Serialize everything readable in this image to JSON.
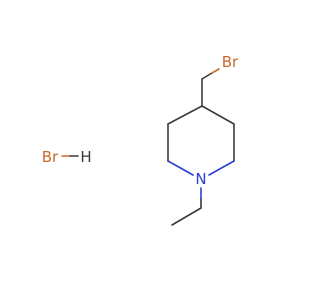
{
  "molecule": {
    "atoms": {
      "bromine_substituent": "Br",
      "nitrogen": "N",
      "hbr_bromine": "Br",
      "hbr_hydrogen": "H"
    }
  },
  "colors": {
    "bond": "#3a3a3a",
    "bromine": "#c96a2c",
    "nitrogen": "#2b3fd0",
    "hydrogen": "#3a3a3a"
  }
}
